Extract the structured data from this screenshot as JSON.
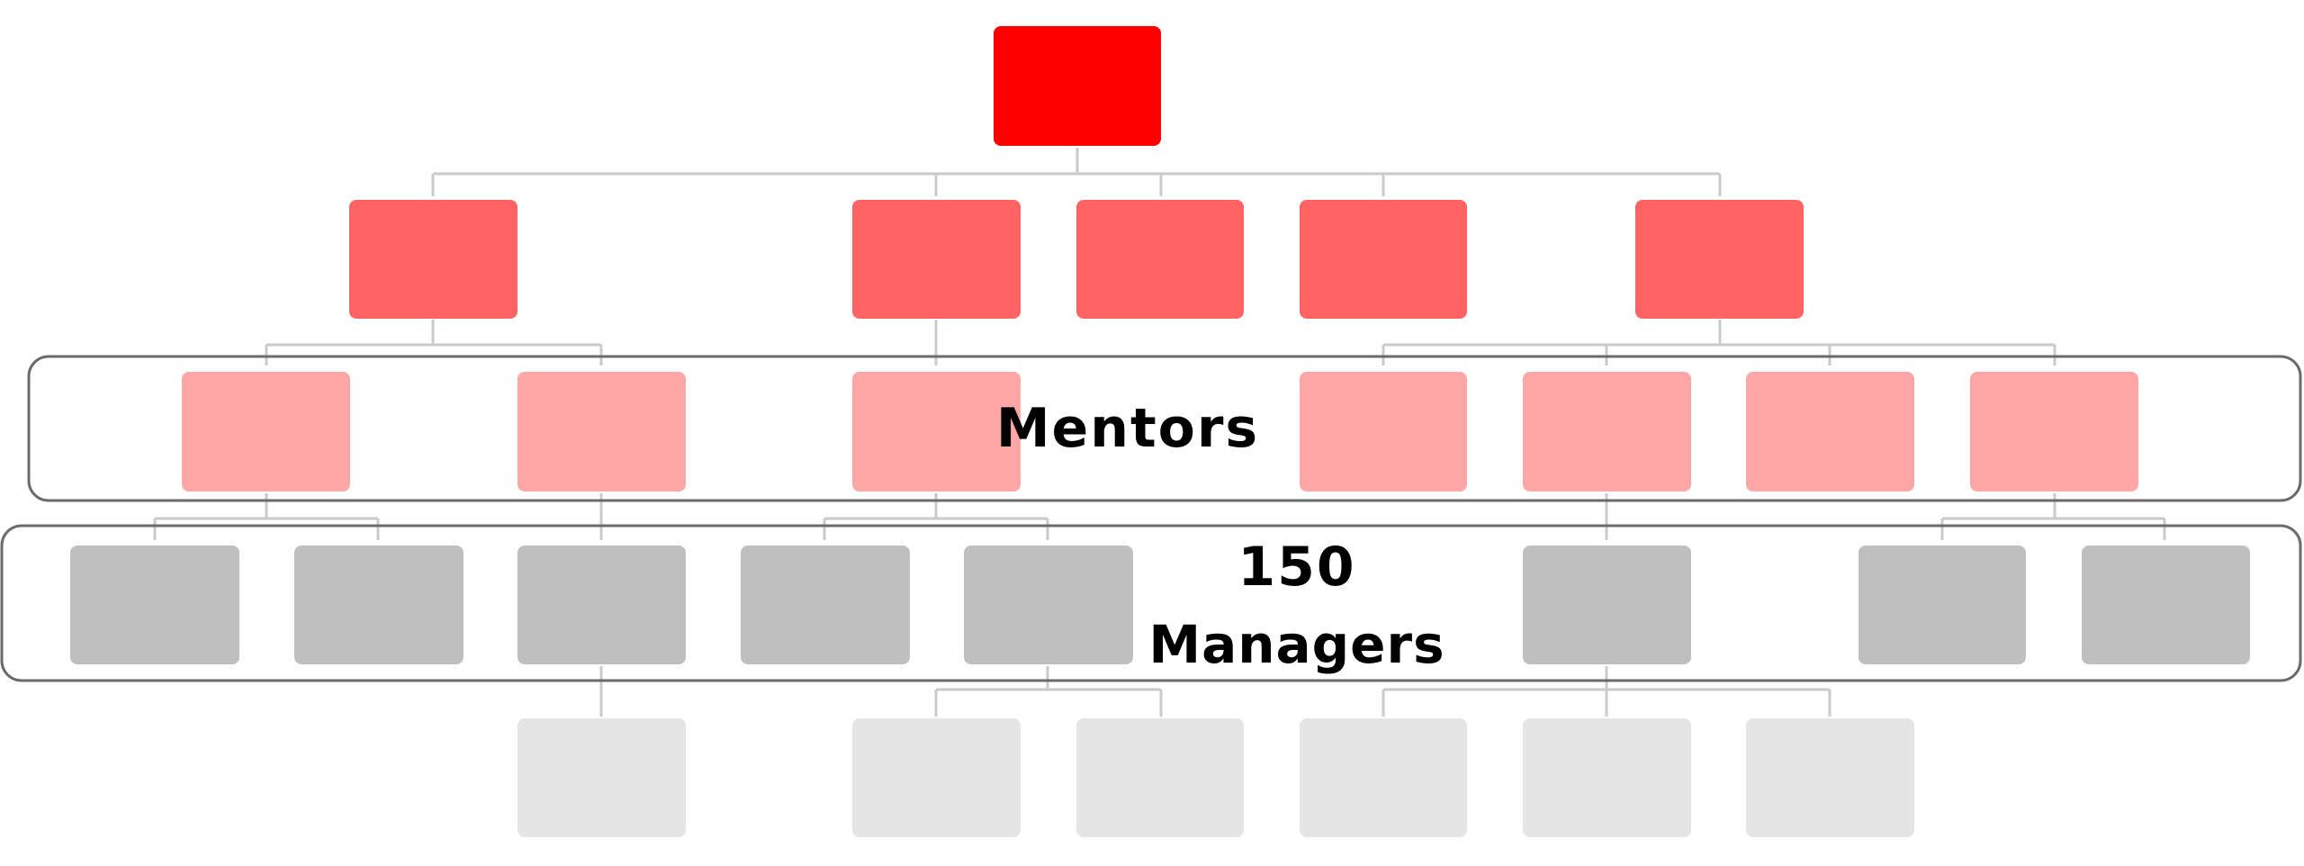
{
  "diagram": {
    "labels": {
      "mentors": "Mentors",
      "managers_count": "150",
      "managers_word": "Managers"
    },
    "colors": {
      "root": "#ff0000",
      "level1": "#ff6363",
      "mentor": "#ffa6a6",
      "manager": "#bfbfbf",
      "staff": "#e6e5e6",
      "connector": "#c8cacb",
      "band_border": "#6b6b6b"
    }
  }
}
